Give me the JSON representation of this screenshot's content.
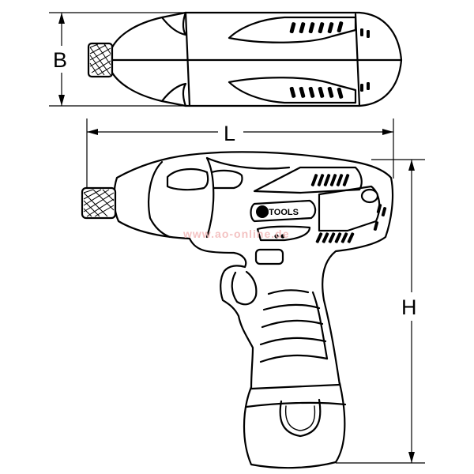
{
  "dimension_labels": {
    "width": "B",
    "length": "L",
    "height": "H"
  },
  "brand": {
    "logo_text": "KSTOOLS"
  },
  "watermark": {
    "text": "www.ao-online.de"
  },
  "colors": {
    "line": "#000000",
    "background": "#ffffff",
    "watermark": "#f2b8b8"
  }
}
